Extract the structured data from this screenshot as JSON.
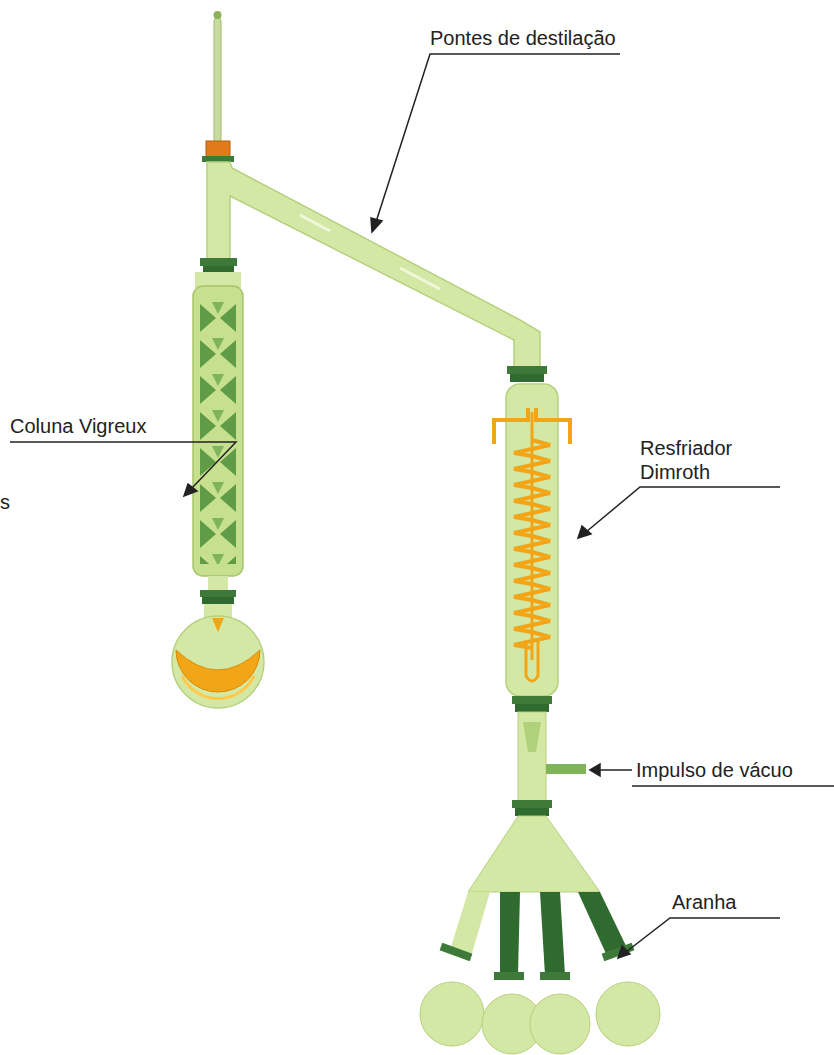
{
  "diagram": {
    "labels": [
      "Pontes de destilação",
      "Coluna Vigreux",
      "Resfriador Dimroth",
      "Impulso de vácuo",
      "Aranha",
      "s"
    ]
  }
}
